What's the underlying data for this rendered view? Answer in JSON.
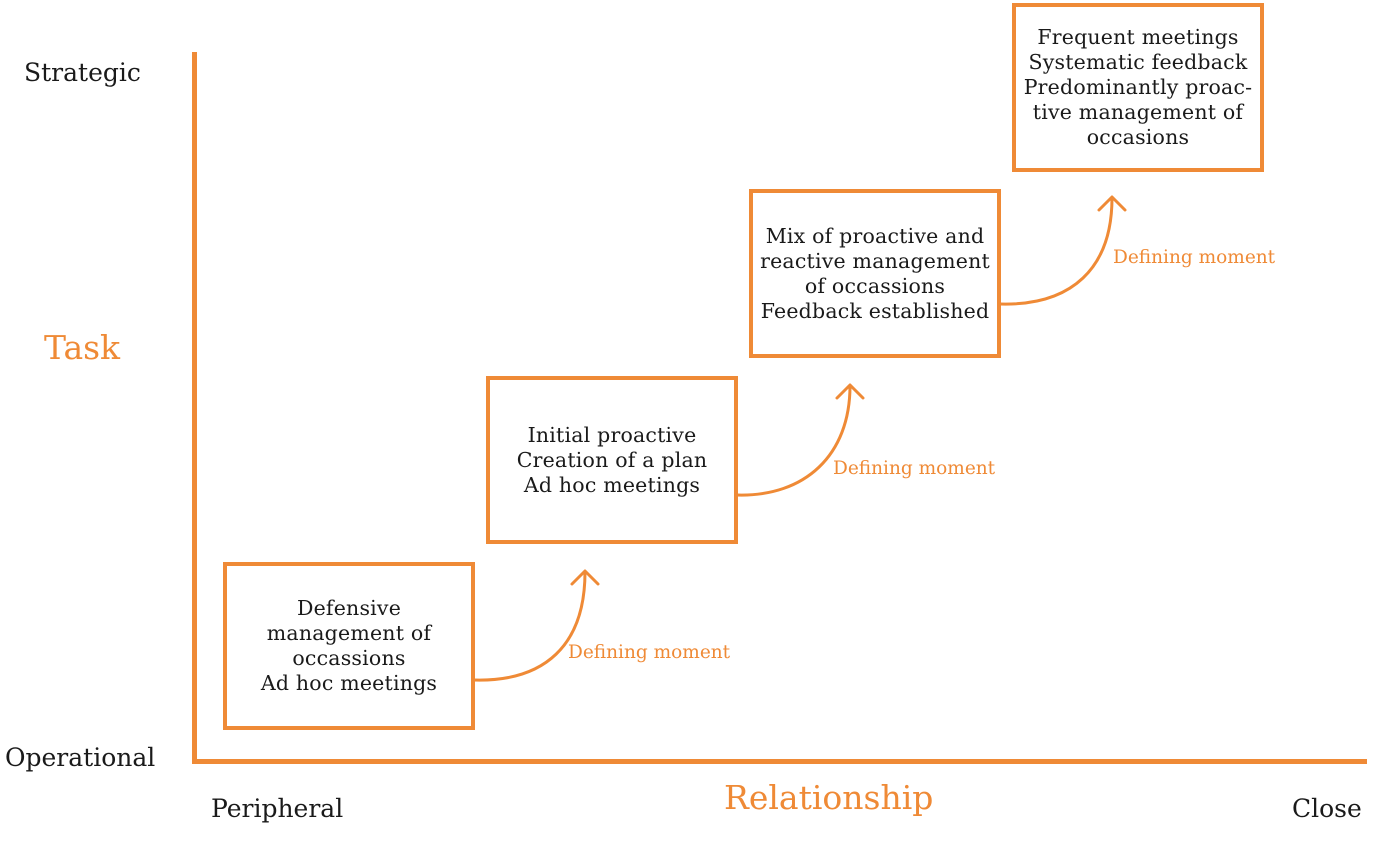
{
  "axes": {
    "y_top": "Strategic",
    "y_mid": "Task",
    "y_bottom": "Operational",
    "x_left": "Peripheral",
    "x_mid": "Relationship",
    "x_right": "Close"
  },
  "stages": [
    {
      "lines": [
        "Defensive",
        "management of",
        "occassions",
        "Ad hoc meetings"
      ]
    },
    {
      "lines": [
        "Initial proactive",
        "Creation of a plan",
        "Ad hoc meetings"
      ]
    },
    {
      "lines": [
        "Mix of proactive and",
        "reactive management",
        "of occassions",
        "Feedback established"
      ]
    },
    {
      "lines": [
        "Frequent meetings",
        "Systematic feedback",
        "Predominantly proac-",
        "tive management of",
        "occasions"
      ]
    }
  ],
  "transitions": [
    {
      "label": "Defining moment"
    },
    {
      "label": "Defining moment"
    },
    {
      "label": "Defining moment"
    }
  ],
  "colors": {
    "accent": "#ef8a36",
    "text": "#1a1a1a"
  }
}
